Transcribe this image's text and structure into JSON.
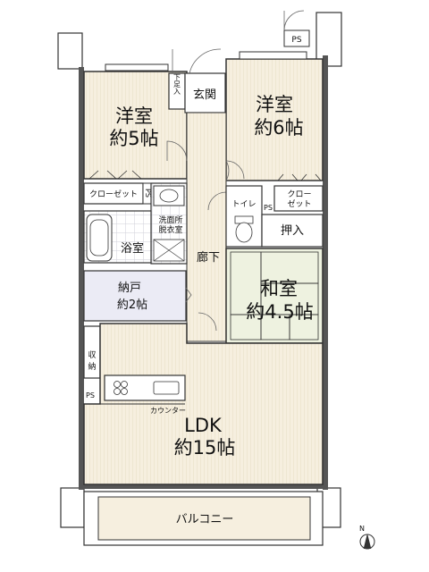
{
  "rooms": {
    "western1": {
      "name": "洋室",
      "size": "約5帖"
    },
    "western2": {
      "name": "洋室",
      "size": "約6帖"
    },
    "japanese": {
      "name": "和室",
      "size": "約4.5帖"
    },
    "ldk": {
      "name": "LDK",
      "size": "約15帖"
    },
    "storeroom": {
      "name": "納戸",
      "size": "約2帖"
    }
  },
  "labels": {
    "entrance": "玄関",
    "shoe_box": "下足入",
    "closet_left": "クローゼット",
    "closet_right_1": "クロー",
    "closet_right_2": "ゼット",
    "wash_1": "洗面所",
    "wash_2": "脱衣室",
    "bath": "浴室",
    "toilet": "トイレ",
    "oshiire": "押入",
    "corridor": "廊下",
    "storage_1": "収",
    "storage_2": "納",
    "counter": "カウンター",
    "balcony": "バルコニー",
    "ps": "PS",
    "north": "N"
  }
}
